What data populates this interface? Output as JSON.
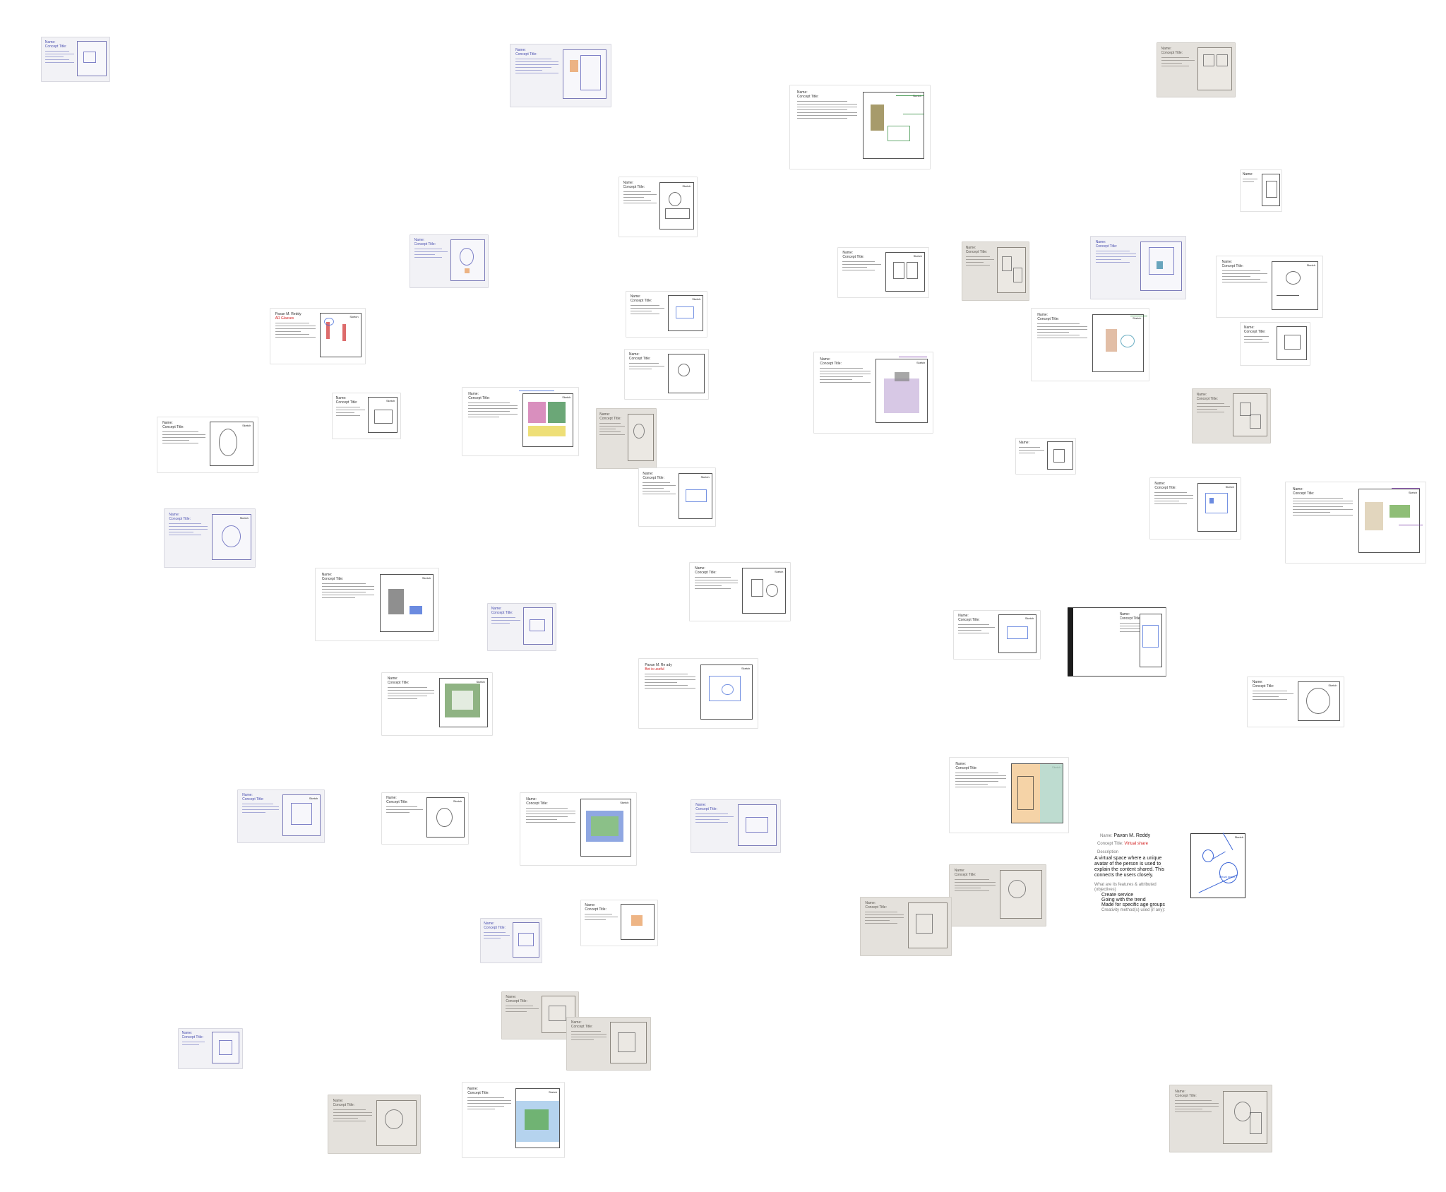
{
  "canvas": {
    "background": "#ffffff"
  },
  "sketch_label": "Sketch",
  "cards": [
    {
      "id": "c01",
      "style": "blue",
      "name_label": "Name:",
      "title_label": "Concept Title:"
    },
    {
      "id": "c02",
      "style": "blue",
      "name_label": "Name:",
      "title_label": "Concept Title:"
    },
    {
      "id": "c03",
      "style": "photo",
      "name_label": "Name:",
      "title_label": "Concept Title:"
    },
    {
      "id": "c04",
      "style": "bw",
      "name_label": "Name:",
      "title_label": "Concept Title:"
    },
    {
      "id": "c05",
      "style": "bw",
      "name_label": "Name:",
      "title_label": "Concept Title:"
    },
    {
      "id": "c06",
      "style": "bw",
      "name_label": "Name:",
      "title_label": "Concept Title:"
    },
    {
      "id": "c07",
      "style": "blue",
      "name_label": "Name:",
      "title_label": "Concept Title:"
    },
    {
      "id": "c08",
      "style": "bw",
      "name_label": "Name:",
      "title_label": "Concept Title:"
    },
    {
      "id": "c09",
      "style": "bw",
      "name_label": "Name:",
      "title_label": "Concept Title:"
    },
    {
      "id": "c10",
      "style": "bw",
      "name_label": "Name:",
      "title_label": "Concept Title:"
    },
    {
      "id": "c11",
      "style": "photo",
      "name_label": "Name:",
      "title_label": "Concept Title:"
    },
    {
      "id": "c12",
      "style": "blue",
      "name_label": "Name:",
      "title_label": "Concept Title:"
    },
    {
      "id": "c13",
      "style": "bw",
      "name_label": "Name:",
      "title_label": "Concept Title:"
    },
    {
      "id": "c14",
      "style": "bw",
      "name_label": "Name:",
      "title_label": "Concept Title:"
    },
    {
      "id": "c15",
      "style": "blue",
      "name_label": "Name:",
      "title_label": "Concept Title:"
    },
    {
      "id": "c16",
      "style": "bw",
      "name_label": "Name:",
      "title_label": "Concept Title:"
    },
    {
      "id": "c17",
      "style": "bw",
      "name_label": "Name:",
      "title_label": "Concept Title:"
    },
    {
      "id": "c18",
      "style": "bw",
      "name_label": "Name:",
      "title_label": "Concept Title:"
    },
    {
      "id": "c19",
      "style": "blue",
      "name_label": "Name:",
      "title_label": "Concept Title:"
    },
    {
      "id": "c20",
      "style": "bw",
      "name_label": "Name:",
      "title_label": "Concept Title:"
    },
    {
      "id": "c21",
      "style": "bw",
      "name_label": "Name:",
      "title_label": "Concept Title:"
    },
    {
      "id": "c22",
      "style": "blue",
      "name_label": "Name:",
      "title_label": "Concept Title:"
    },
    {
      "id": "c23",
      "style": "blue",
      "name_label": "Name:",
      "title_label": "Concept Title:"
    },
    {
      "id": "c24",
      "style": "photo",
      "name_label": "Name:",
      "title_label": "Concept Title:"
    },
    {
      "id": "c25",
      "style": "photo",
      "name_label": "Name:",
      "title_label": "Concept Title:"
    },
    {
      "id": "c26",
      "style": "bw",
      "name_label": "Name:",
      "title_label": "Concept Title:"
    },
    {
      "id": "c27",
      "style": "photo",
      "name_label": "Name:",
      "title_label": "Concept Title:"
    },
    {
      "id": "c28",
      "style": "bw",
      "name_label": "Name:",
      "title_label": "Concept Title:"
    },
    {
      "id": "c29",
      "style": "photo",
      "name_label": "Name:",
      "title_label": "Concept Title:"
    },
    {
      "id": "c30",
      "style": "blue",
      "name_label": "Name:",
      "title_label": "Concept Title:"
    },
    {
      "id": "c31",
      "style": "bw",
      "name_label": "Name:",
      "title_label": "Concept Title:"
    },
    {
      "id": "c32",
      "style": "bw",
      "name_label": "Name:",
      "title_label": "Concept Title:"
    },
    {
      "id": "c33",
      "style": "bw",
      "name_label": "Name:",
      "title_label": "Concept Title:"
    },
    {
      "id": "c34",
      "style": "bw",
      "name_label": "Name:",
      "title_label": "Concept Title:"
    },
    {
      "id": "c35",
      "style": "bw",
      "name_label": "Name:",
      "title_label": "Concept Title:"
    },
    {
      "id": "c36",
      "style": "photo",
      "name_label": "Name:",
      "title_label": "Concept Title:"
    },
    {
      "id": "c37",
      "style": "blue",
      "name_label": "Name:",
      "title_label": "Concept Title:"
    },
    {
      "id": "c38",
      "style": "bw",
      "name_label": "Name:",
      "title_label": "Concept Title:"
    },
    {
      "id": "c39",
      "style": "blue",
      "name_label": "Name:",
      "title_label": "Concept Title:"
    },
    {
      "id": "c40",
      "style": "bw",
      "name_label": "Name:",
      "title_label": "Concept Title:"
    },
    {
      "id": "c41",
      "style": "blue",
      "name_label": "Name:",
      "title_label": "Concept Title:"
    },
    {
      "id": "c42",
      "style": "photo",
      "name_label": "Name:",
      "title_label": "Concept Title:"
    },
    {
      "id": "c43",
      "style": "blue",
      "name_label": "Name:",
      "title_label": "Concept Title:"
    },
    {
      "id": "c44",
      "style": "bw",
      "name_label": "Name:",
      "title_label": "Concept Title:"
    },
    {
      "id": "c45",
      "style": "photo",
      "name_label": "Name:",
      "title_label": "Concept Title:"
    },
    {
      "id": "c46",
      "style": "photo",
      "name_label": "Name:",
      "title_label": "Concept Title:"
    },
    {
      "id": "c47",
      "style": "blue",
      "name_label": "Name:",
      "title_label": "Concept Title:"
    },
    {
      "id": "c48",
      "style": "photo",
      "name_label": "Name:",
      "title_label": "Concept Title:"
    },
    {
      "id": "c49",
      "style": "bw",
      "name_label": "Name:",
      "title_label": "Concept Title:"
    },
    {
      "id": "c50",
      "style": "photo",
      "name_label": "Name:",
      "title_label": "Concept Title:"
    },
    {
      "id": "c51",
      "style": "photo",
      "name_label": "Name:",
      "title_label": "Concept Title:"
    },
    {
      "id": "c52",
      "style": "bw",
      "name_label": "Name:",
      "title_label": "Concept Title:"
    },
    {
      "id": "c53",
      "style": "bw",
      "name_label": "Name:",
      "title_label": "Concept Title:"
    },
    {
      "id": "c54",
      "style": "bw",
      "name_label": "Name:",
      "title_label": "Concept Title:"
    },
    {
      "id": "c55",
      "style": "bw",
      "name_label": "Name:",
      "title_label": "Concept Title:"
    },
    {
      "id": "c56",
      "style": "dark",
      "name_label": "Name:",
      "title_label": "Concept Title:"
    }
  ],
  "readable_cards": {
    "pavan_ar": {
      "name": "Pavan M. Reddy",
      "concept_title": "AR Glasses"
    },
    "pavan_kit": {
      "name": "Pavan M. Re ady",
      "concept_title": "Bot is useful"
    }
  },
  "featured_card": {
    "name_label": "Name:",
    "name": "Pavan M. Reddy",
    "concept_title_label": "Concept Title:",
    "concept_title": "Virtual share",
    "description_label": "Description",
    "description": "A virtual space where a unique avatar of the person is used to explain the content shared. This connects the users closely.",
    "features_label": "What are its features & attributed (objectives)",
    "features": [
      "Create service",
      "Going with the trend",
      "Made for specific age groups"
    ],
    "creativity_label": "Creativity method(s) used (if any):",
    "sketch_label": "Sketch",
    "sketch_notes": [
      "virtual space"
    ]
  }
}
